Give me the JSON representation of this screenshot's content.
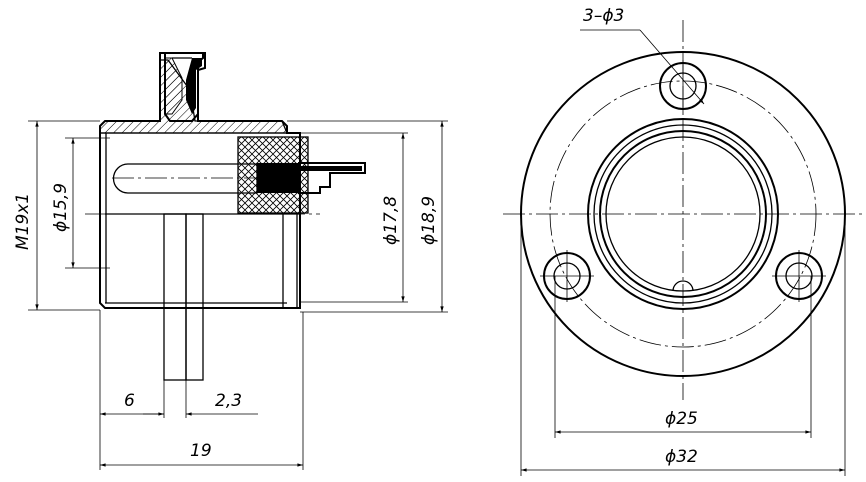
{
  "side_view": {
    "thread_label": "M19x1",
    "dia_inner_label": "ϕ15,9",
    "dia_mid_label": "ϕ17,8",
    "dia_outer_label": "ϕ18,9",
    "len_a_label": "6",
    "len_b_label": "2,3",
    "len_total_label": "19"
  },
  "front_view": {
    "holes_label": "3–ϕ3",
    "bolt_circle_label": "ϕ25",
    "flange_label": "ϕ32"
  }
}
